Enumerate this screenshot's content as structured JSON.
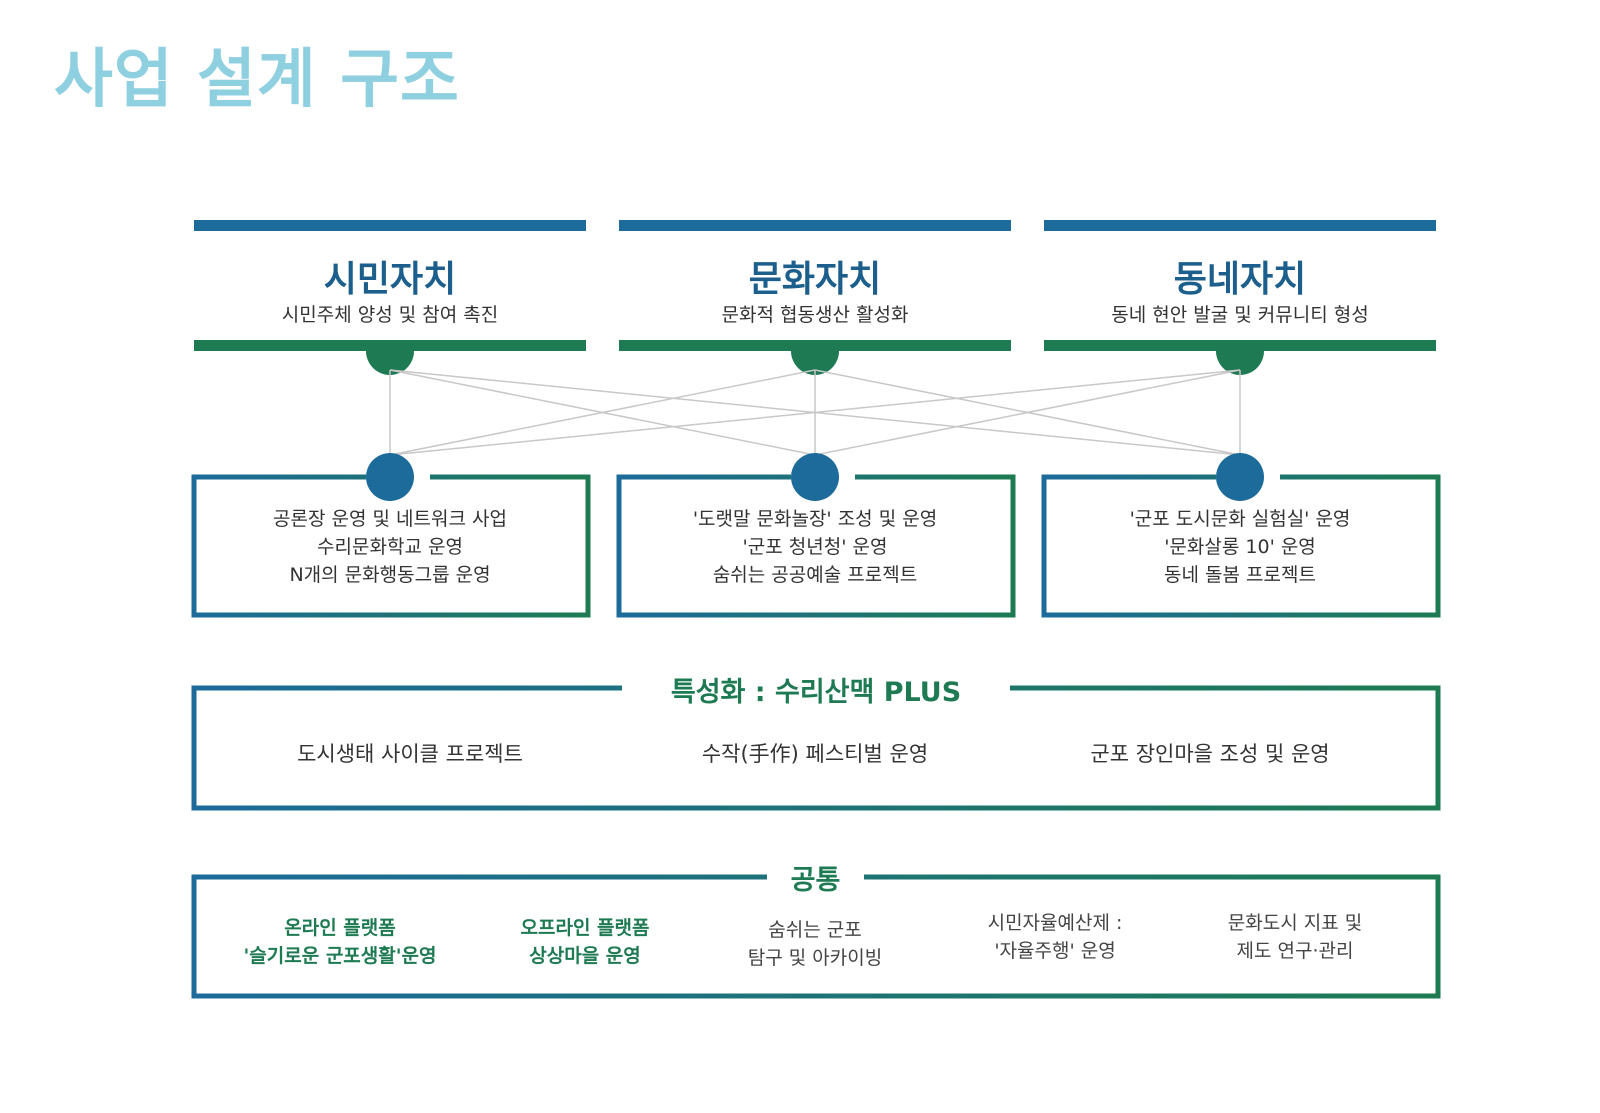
{
  "title": "사업 설계 구조",
  "colors": {
    "title": "#8ecfe0",
    "blue": "#1d6b9a",
    "green": "#1e7a52",
    "gray_line": "#c8c8c8"
  },
  "columns": [
    {
      "name": "시민자치",
      "subtitle": "시민주체 양성 및 참여 촉진",
      "items": [
        "공론장 운영 및 네트워크 사업",
        "수리문화학교 운영",
        "N개의 문화행동그룹 운영"
      ]
    },
    {
      "name": "문화자치",
      "subtitle": "문화적 협동생산 활성화",
      "items": [
        "'도랫말 문화놀장' 조성 및 운영",
        "'군포 청년청' 운영",
        "숨쉬는 공공예술 프로젝트"
      ]
    },
    {
      "name": "동네자치",
      "subtitle": "동네 현안 발굴 및 커뮤니티 형성",
      "items": [
        "'군포 도시문화 실험실' 운영",
        "'문화살롱 10' 운영",
        "동네 돌봄 프로젝트"
      ]
    }
  ],
  "special": {
    "label": "특성화 : 수리산맥 PLUS",
    "items": [
      "도시생태 사이클 프로젝트",
      "수작(手作) 페스티벌 운영",
      "군포 장인마을 조성 및 운영"
    ]
  },
  "common": {
    "label": "공통",
    "items": [
      {
        "lines": [
          "온라인 플랫폼",
          "'슬기로운 군포생활'운영"
        ],
        "highlight": true
      },
      {
        "lines": [
          "오프라인 플랫폼",
          "상상마을 운영"
        ],
        "highlight": true
      },
      {
        "lines": [
          "숨쉬는 군포",
          "탐구 및 아카이빙"
        ],
        "highlight": false
      },
      {
        "lines": [
          "시민자율예산제 :",
          "'자율주행' 운영"
        ],
        "highlight": false
      },
      {
        "lines": [
          "문화도시 지표 및",
          "제도 연구·관리"
        ],
        "highlight": false
      }
    ]
  }
}
